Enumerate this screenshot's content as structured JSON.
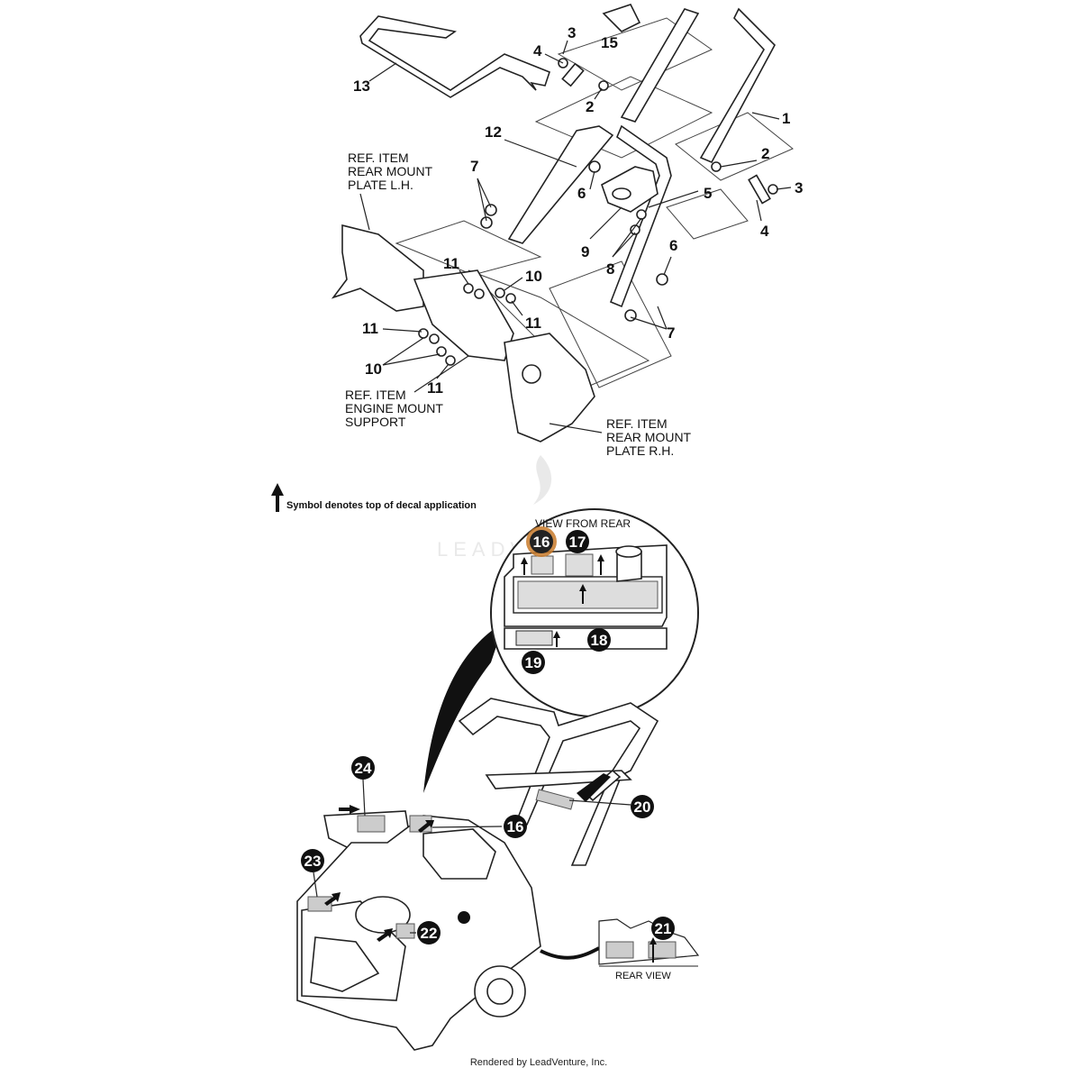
{
  "top_callouts": [
    "13",
    "15",
    "3",
    "4",
    "2",
    "1",
    "12",
    "2",
    "3",
    "7",
    "6",
    "5",
    "4",
    "9",
    "8",
    "6",
    "11",
    "10",
    "11",
    "11",
    "10",
    "11",
    "7"
  ],
  "ref_items": {
    "rear_mount_lh": [
      "REF. ITEM",
      "REAR MOUNT",
      "PLATE L.H."
    ],
    "engine_mount": [
      "REF. ITEM",
      "ENGINE MOUNT",
      "SUPPORT"
    ],
    "rear_mount_rh": [
      "REF. ITEM",
      "REAR MOUNT",
      "PLATE R.H."
    ]
  },
  "legend_text": "Symbol denotes top of decal application",
  "view_from_rear_title": "VIEW FROM REAR",
  "rear_view_title": "REAR VIEW",
  "decal_badges": [
    "16",
    "17",
    "18",
    "19",
    "24",
    "20",
    "16",
    "23",
    "22",
    "21"
  ],
  "highlighted_badge": "16",
  "watermark": "LEADV",
  "footer": "Rendered by LeadVenture, Inc.",
  "colors": {
    "highlight": "#c87a2a",
    "badge": "#111111"
  }
}
